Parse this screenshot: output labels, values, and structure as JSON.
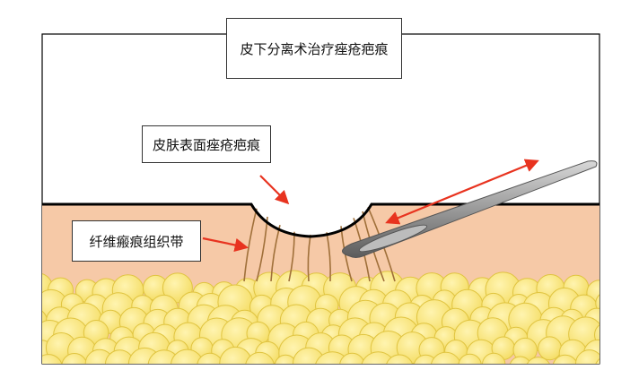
{
  "title": "皮下分离术治疗痤疮疤痕",
  "labels": {
    "skin_surface_scar": "皮肤表面痤疮疤痕",
    "fibrous_band": "纤维瘢痕组织带"
  },
  "colors": {
    "dermis": "#f6c9a7",
    "fat": "#f7e47a",
    "fat_outline": "#e0c440",
    "arrow": "#e8331f",
    "needle": "#9a9a9a",
    "fiber": "#a0703a",
    "outline": "#000000"
  },
  "icons": [
    "subcision-needle-icon",
    "fat-cell-icon"
  ]
}
